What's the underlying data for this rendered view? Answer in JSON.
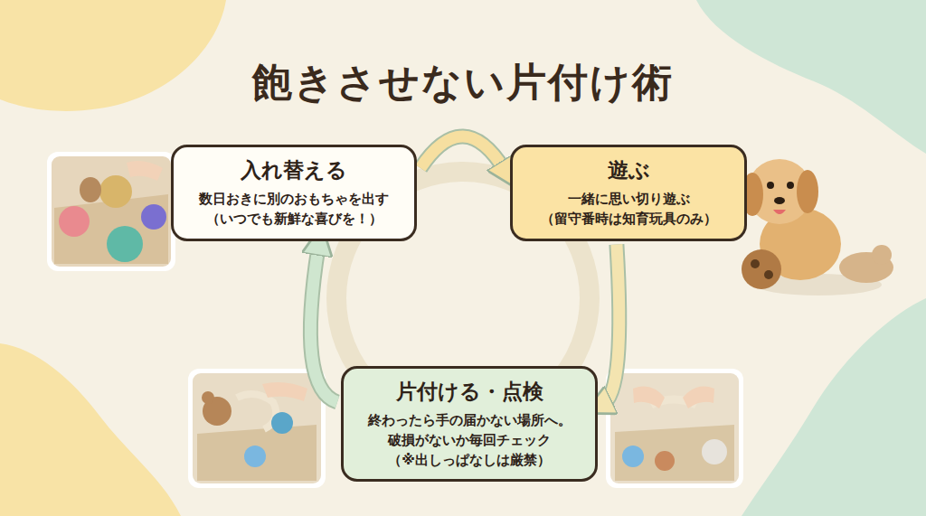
{
  "diagram": {
    "title": "飽きさせない片付け術",
    "nodes": [
      {
        "text": [
          "入れ替える",
          "数日おきに別のおもちゃを出す",
          "（いつでも新鮮な喜びを！）"
        ]
      },
      {
        "text": [
          "遊ぶ",
          "一緒に思い切り遊ぶ",
          "（留守番時は知育玩具のみ）"
        ]
      },
      {
        "text": [
          "片付ける・点検",
          "終わったら手の届かない場所へ。",
          "破損がないか毎回チェック",
          "（※出しっぱなしは厳禁）"
        ]
      }
    ],
    "edges": [
      {
        "from": 0,
        "to": 1,
        "arrow": "to"
      },
      {
        "from": 1,
        "to": 2,
        "arrow": "to"
      },
      {
        "from": 2,
        "to": 0,
        "arrow": "to"
      }
    ]
  }
}
